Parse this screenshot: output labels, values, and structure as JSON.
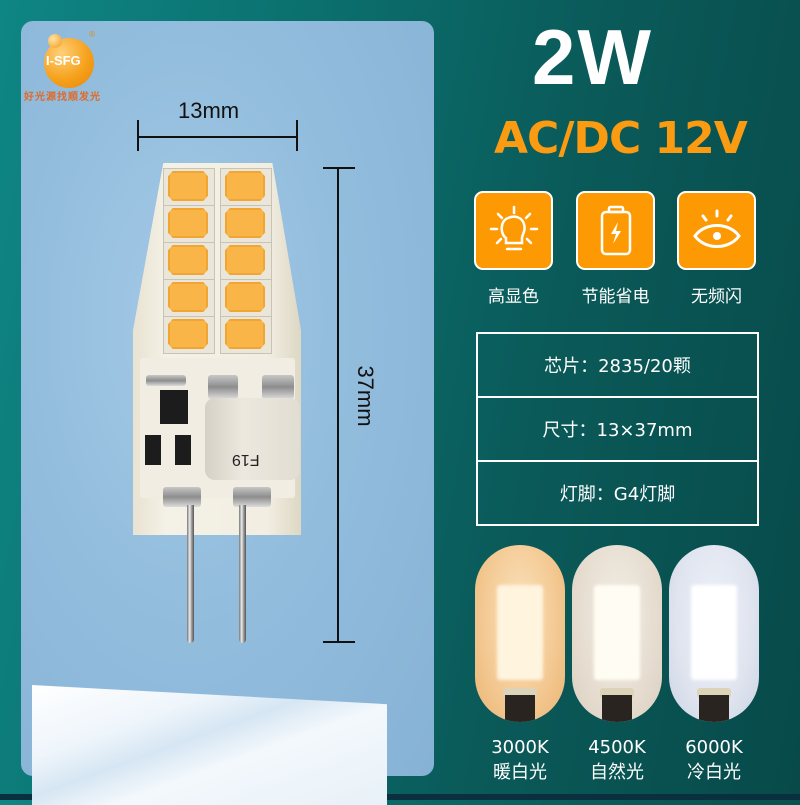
{
  "brand": {
    "logo_text": "I-SFG",
    "registered_mark": "®",
    "slogan": "好光源找顺发光"
  },
  "product_image": {
    "width_label": "13mm",
    "height_label": "37mm",
    "capacitor_text": "F19"
  },
  "header": {
    "power": "2W",
    "voltage": "AC/DC 12V"
  },
  "features": [
    {
      "icon": "light-bulb-icon",
      "label": "高显色"
    },
    {
      "icon": "battery-charge-icon",
      "label": "节能省电"
    },
    {
      "icon": "eye-icon",
      "label": "无频闪"
    }
  ],
  "specs": [
    {
      "text": "芯片：2835/20颗"
    },
    {
      "text": "尺寸：13×37mm"
    },
    {
      "text": "灯脚：G4灯脚"
    }
  ],
  "color_temps": [
    {
      "kelvin": "3000K",
      "name": "暖白光",
      "bg": "#f3c891"
    },
    {
      "kelvin": "4500K",
      "name": "自然光",
      "bg": "#e6ddd0"
    },
    {
      "kelvin": "6000K",
      "name": "冷白光",
      "bg": "#dfe4ef"
    }
  ],
  "colors": {
    "accent_orange": "#fd9a03",
    "background_teal": "#0e8684",
    "background_dark": "#084a4a",
    "panel_blue": "#93bddd"
  }
}
